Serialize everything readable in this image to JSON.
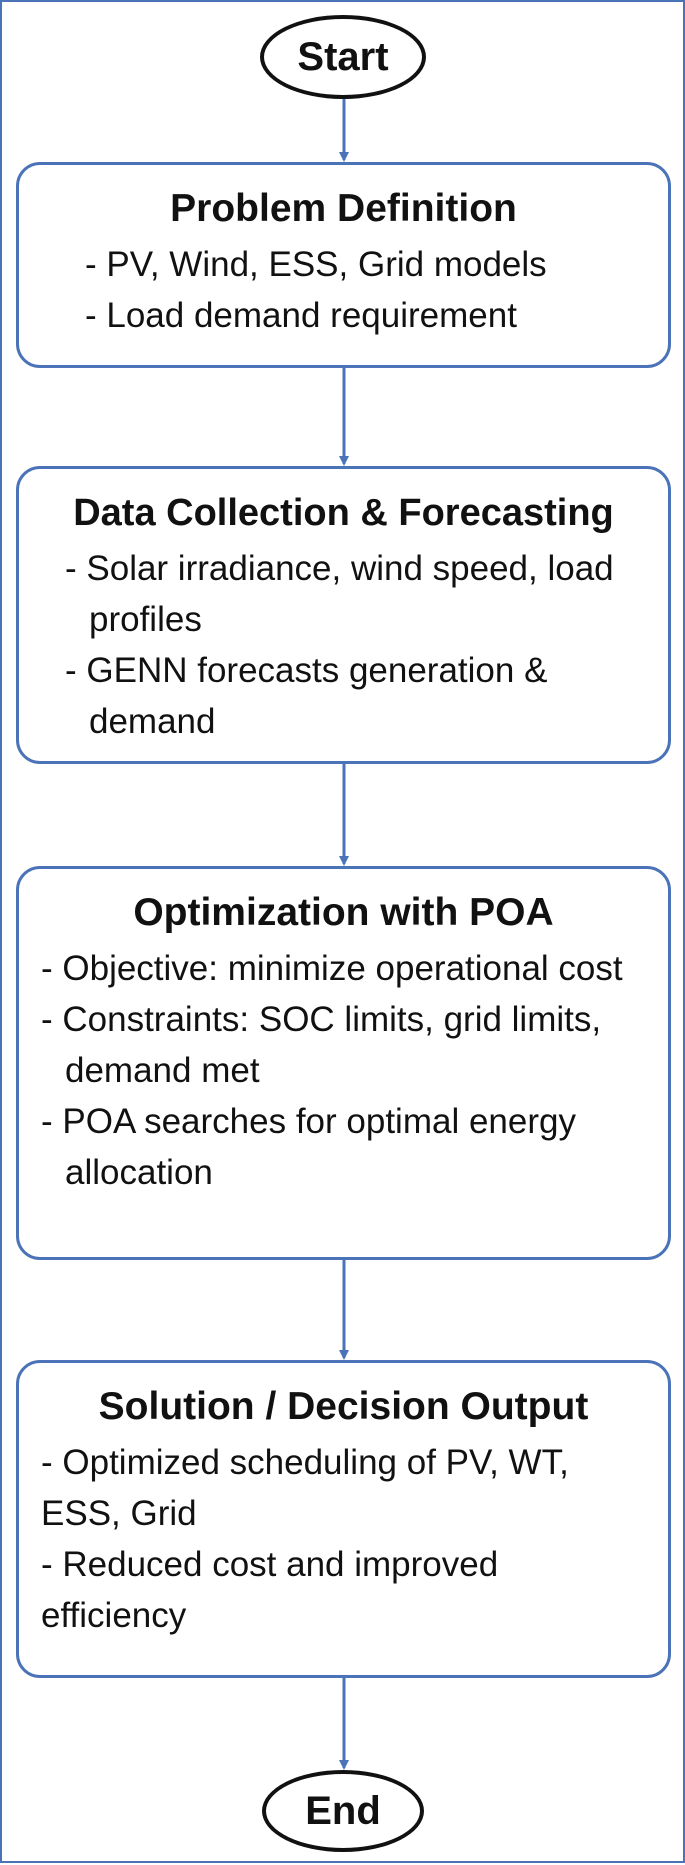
{
  "start_label": "Start",
  "end_label": "End",
  "steps": [
    {
      "title": "Problem Definition",
      "items": [
        "- PV, Wind, ESS, Grid models",
        "- Load demand requirement"
      ]
    },
    {
      "title": "Data Collection & Forecasting",
      "items": [
        "- Solar irradiance, wind speed, load profiles",
        "- GENN forecasts generation & demand"
      ]
    },
    {
      "title": "Optimization with POA",
      "items": [
        "- Objective: minimize operational cost",
        "- Constraints: SOC limits, grid limits, demand met",
        "- POA searches for optimal energy allocation"
      ]
    },
    {
      "title": "Solution / Decision Output",
      "items": [
        "- Optimized scheduling of PV, WT, ESS, Grid",
        "- Reduced cost and improved efficiency"
      ]
    }
  ],
  "colors": {
    "border": "#4a73b8",
    "arrow": "#4a73b8",
    "text": "#111111"
  }
}
